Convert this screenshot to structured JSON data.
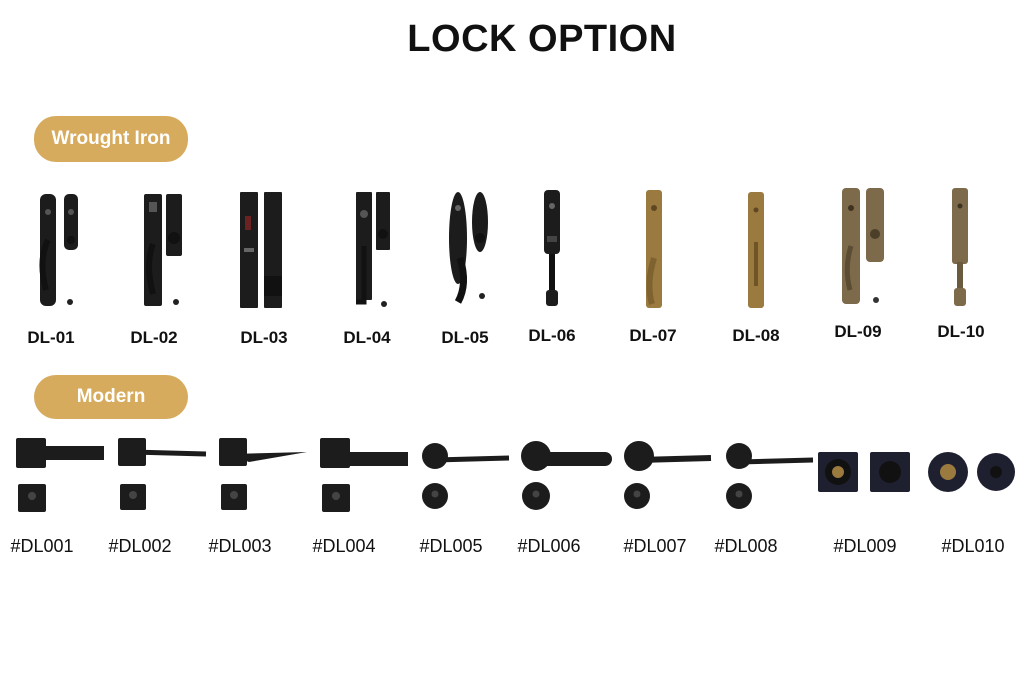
{
  "title": "LOCK OPTION",
  "sections": {
    "wrought_iron": {
      "label": "Wrought Iron",
      "items": [
        {
          "code": "DL-01",
          "finish": "black"
        },
        {
          "code": "DL-02",
          "finish": "black"
        },
        {
          "code": "DL-03",
          "finish": "black"
        },
        {
          "code": "DL-04",
          "finish": "black"
        },
        {
          "code": "DL-05",
          "finish": "black"
        },
        {
          "code": "DL-06",
          "finish": "black"
        },
        {
          "code": "DL-07",
          "finish": "antique-brass"
        },
        {
          "code": "DL-08",
          "finish": "antique-brass"
        },
        {
          "code": "DL-09",
          "finish": "antique-bronze"
        },
        {
          "code": "DL-10",
          "finish": "antique-bronze"
        }
      ]
    },
    "modern": {
      "label": "Modern",
      "items": [
        {
          "code": "#DL001"
        },
        {
          "code": "#DL002"
        },
        {
          "code": "#DL003"
        },
        {
          "code": "#DL004"
        },
        {
          "code": "#DL005"
        },
        {
          "code": "#DL006"
        },
        {
          "code": "#DL007"
        },
        {
          "code": "#DL008"
        },
        {
          "code": "#DL009"
        },
        {
          "code": "#DL010"
        }
      ]
    }
  },
  "colors": {
    "pill": "#d7ab5d",
    "black_finish": "#1c1c1c",
    "brass_finish": "#9a7a3f",
    "bronze_finish": "#7d6a4a"
  }
}
